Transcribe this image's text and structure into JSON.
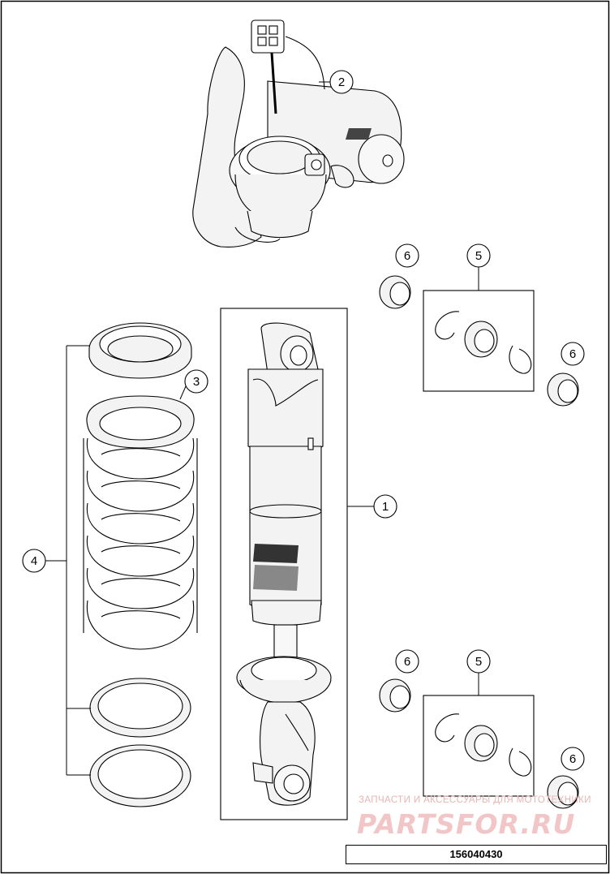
{
  "callouts": {
    "c1": "1",
    "c2": "2",
    "c3": "3",
    "c4": "4",
    "c5_top": "5",
    "c5_bottom": "5",
    "c6_top_left": "6",
    "c6_top_right": "6",
    "c6_bottom_left": "6",
    "c6_bottom_right": "6"
  },
  "watermark": {
    "tagline": "ЗАПЧАСТИ И АКСЕССУАРЫ ДЛЯ МОТОТЕХНИКИ",
    "brand": "PARTSFOR.RU"
  },
  "document_number": "156040430",
  "colors": {
    "line": "#000000",
    "part_fill": "#f3f3f3",
    "watermark": "#f2c6c6"
  }
}
